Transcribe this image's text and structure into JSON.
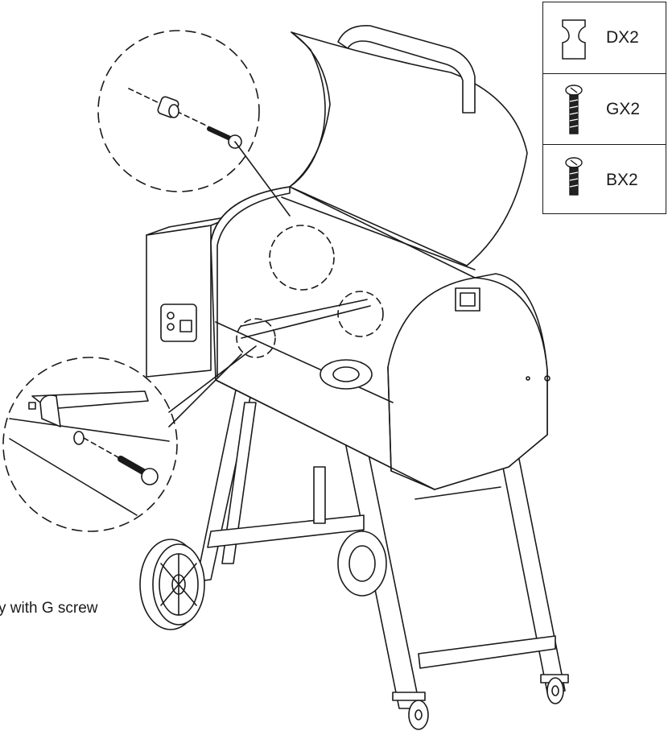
{
  "parts": [
    {
      "icon": "wood-knob-icon",
      "label": "DX2"
    },
    {
      "icon": "long-screw-icon",
      "label": "GX2"
    },
    {
      "icon": "short-screw-icon",
      "label": "BX2"
    }
  ],
  "caption": "y with G screw",
  "colors": {
    "line": "#1a1a1a",
    "fill": "#ffffff",
    "shade": "#cfcfcf"
  }
}
